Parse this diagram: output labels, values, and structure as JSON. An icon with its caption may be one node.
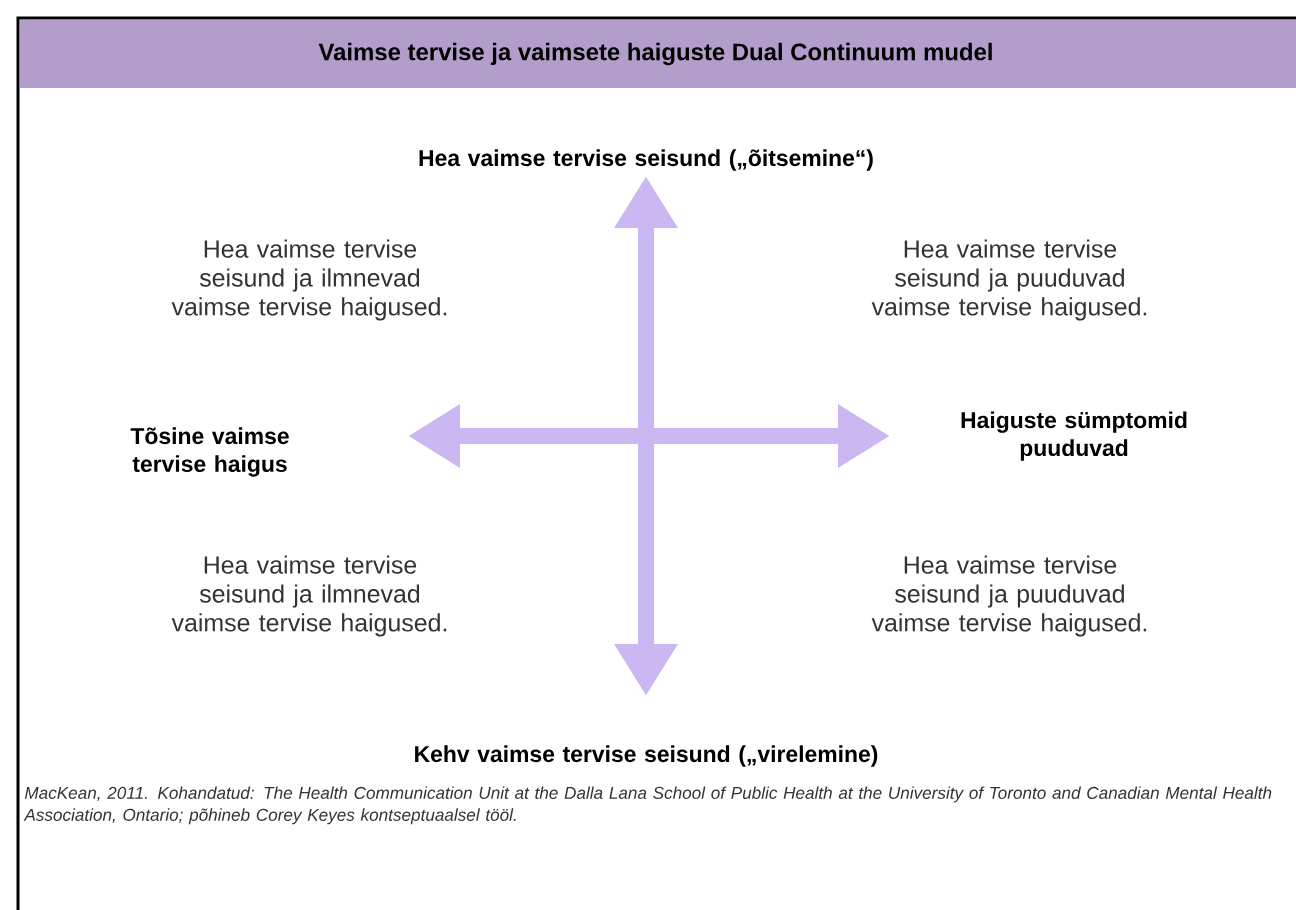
{
  "diagram": {
    "title": "Vaimse tervise ja vaimsete haiguste Dual Continuum mudel",
    "labels": [
      "Hea vaimse tervise seisund („õitsemine“)",
      "Hea vaimse tervise seisund ja ilmnevad vaimse tervise haigused.",
      "Hea vaimse tervise seisund ja puuduvad vaimse tervise haigused.",
      "Tõsine vaimse tervise haigus",
      "Haiguste sümptomid puuduvad",
      "Hea vaimse tervise seisund ja ilmnevad vaimse tervise haigused.",
      "Hea vaimse tervise seisund ja puuduvad vaimse tervise haigused.",
      "Kehv vaimse tervise seisund („virelemine)"
    ],
    "caption": "MacKean, 2011. Kohandatud: The Health Communication Unit at the Dalla Lana School of Public Health at the University of Toronto and Canadian Mental Health Association, Ontario; põhineb Corey Keyes kontseptuaalsel tööl."
  }
}
